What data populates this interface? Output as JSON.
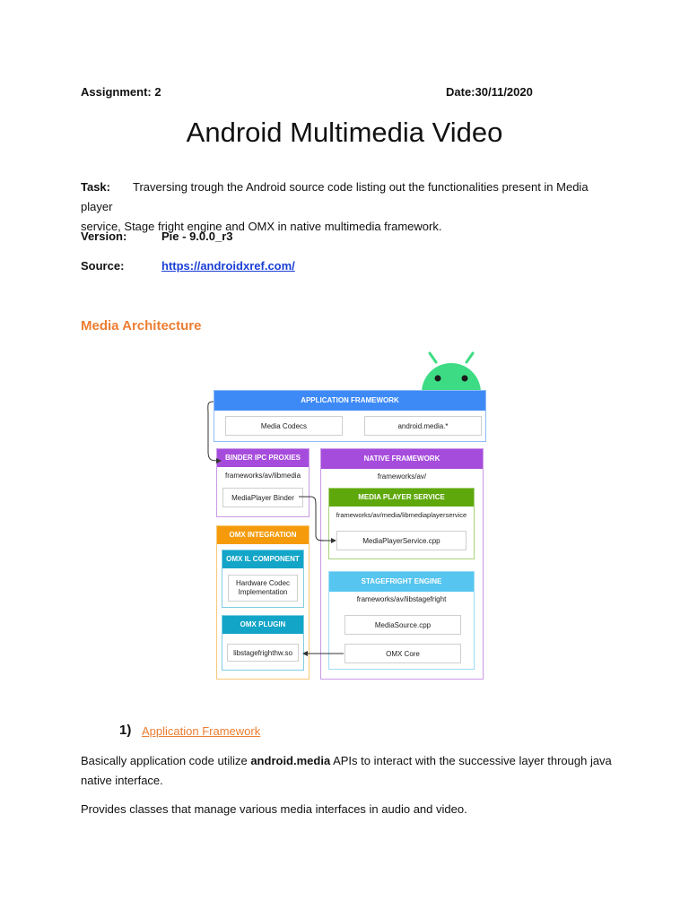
{
  "header": {
    "assignment": "Assignment: 2",
    "date": "Date:30/11/2020"
  },
  "title": "Android Multimedia Video",
  "task": {
    "label": "Task:",
    "line1": "Traversing trough the Android source code listing out the functionalities present in Media player",
    "line2": "service, Stage fright engine and OMX in native multimedia framework."
  },
  "version": {
    "label": "Version:",
    "value": "Pie - 9.0.0_r3"
  },
  "source": {
    "label": "Source:",
    "value": "https://androidxref.com/"
  },
  "section_heading": "Media Architecture",
  "diagram": {
    "app_framework": "APPLICATION FRAMEWORK",
    "media_codecs": "Media Codecs",
    "android_media": "android.media.*",
    "binder_title": "BINDER IPC PROXIES",
    "binder_path": "frameworks/av/libmedia",
    "mediaplayer_binder": "MediaPlayer Binder",
    "native_title": "NATIVE FRAMEWORK",
    "native_path": "frameworks/av/",
    "mps_title": "MEDIA PLAYER SERVICE",
    "mps_path": "frameworks/av/media/libmediaplayerservice",
    "mps_file": "MediaPlayerService.cpp",
    "omx_integration": "OMX INTEGRATION",
    "omx_il": "OMX IL COMPONENT",
    "hw_codec_1": "Hardware Codec",
    "hw_codec_2": "Implementation",
    "stagefright_title": "STAGEFRIGHT ENGINE",
    "stagefright_path": "frameworks/av/libstagefright",
    "media_source": "MediaSource.cpp",
    "omx_plugin": "OMX PLUGIN",
    "omx_core": "OMX Core",
    "libstagefright": "libstagefrighthw.so",
    "colors": {
      "blue": "#3d8af7",
      "purple": "#a64cdc",
      "green": "#5fa80c",
      "orange": "#f59b0b",
      "teal": "#12a5c8",
      "lightblue": "#56c5f0",
      "android_green": "#3ddc84"
    }
  },
  "subsection": {
    "number": "1)",
    "title": "Application Framework"
  },
  "para1": {
    "part1": "Basically application code utilize ",
    "bold": "android.media",
    "part2": " APIs to interact with the successive layer through java",
    "line2": "native interface."
  },
  "para2": "Provides classes that manage various media interfaces in audio and video."
}
